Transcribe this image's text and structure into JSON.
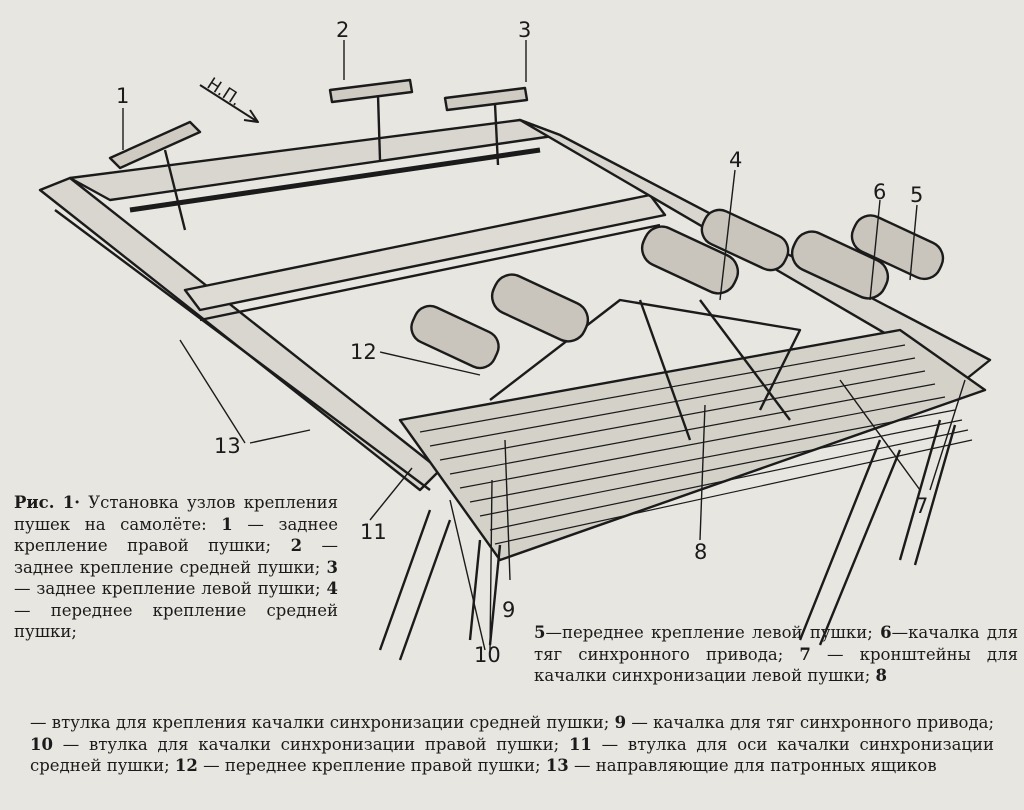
{
  "figure": {
    "direction_label": "Н.П.",
    "callouts": [
      "1",
      "2",
      "3",
      "4",
      "5",
      "6",
      "7",
      "8",
      "9",
      "10",
      "11",
      "12",
      "13"
    ]
  },
  "caption": {
    "fig_label": "Рис.",
    "fig_number": "1·",
    "title_text": "Установка узлов крепления пушек на самолёте:",
    "items": [
      {
        "num": "1",
        "text": "— заднее крепление правой пушки;"
      },
      {
        "num": "2",
        "text": "— заднее крепление средней пушки;"
      },
      {
        "num": "3",
        "text": "— заднее крепление левой пушки;"
      },
      {
        "num": "4",
        "text": "— переднее крепление средней пушки;"
      },
      {
        "num": "5",
        "text": "—переднее крепление левой пушки;"
      },
      {
        "num": "6",
        "text": "—качалка для тяг синхронного привода;"
      },
      {
        "num": "7",
        "text": "— кронштейны для качалки синхронизации левой пушки;"
      },
      {
        "num": "8",
        "text": "— втулка для крепления качалки синхронизации средней пушки;"
      },
      {
        "num": "9",
        "text": "— качалка для тяг синхронного привода;"
      },
      {
        "num": "10",
        "text": "— втулка для качалки синхронизации правой пушки;"
      },
      {
        "num": "11",
        "text": "— втулка для оси качалки синхронизации средней пушки;"
      },
      {
        "num": "12",
        "text": "— переднее крепление правой пушки;"
      },
      {
        "num": "13",
        "text": "— направляющие для патронных ящиков"
      }
    ]
  },
  "colors": {
    "paper": "#e8e6e1",
    "ink": "#1b1b1b"
  }
}
